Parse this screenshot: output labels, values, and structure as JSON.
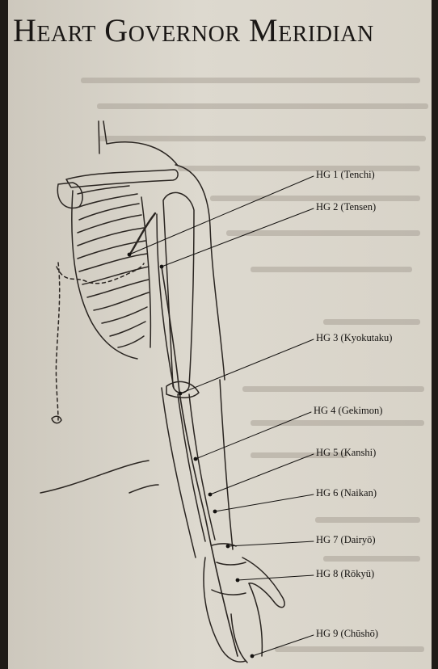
{
  "page": {
    "title": "Heart Governor Meridian"
  },
  "diagram": {
    "points": [
      {
        "id": "HG1",
        "label": "HG 1 (Tenchi)"
      },
      {
        "id": "HG2",
        "label": "HG 2 (Tensen)"
      },
      {
        "id": "HG3",
        "label": "HG 3 (Kyokutaku)"
      },
      {
        "id": "HG4",
        "label": "HG 4 (Gekimon)"
      },
      {
        "id": "HG5",
        "label": "HG 5 (Kanshi)"
      },
      {
        "id": "HG6",
        "label": "HG 6 (Naikan)"
      },
      {
        "id": "HG7",
        "label": "HG 7 (Dairyō)"
      },
      {
        "id": "HG8",
        "label": "HG 8 (Rōkyū)"
      },
      {
        "id": "HG9",
        "label": "HG 9 (Chūshō)"
      }
    ]
  },
  "colors": {
    "paper": "#d8d3c8",
    "ink": "#1a1715",
    "background": "#1e1b17"
  }
}
